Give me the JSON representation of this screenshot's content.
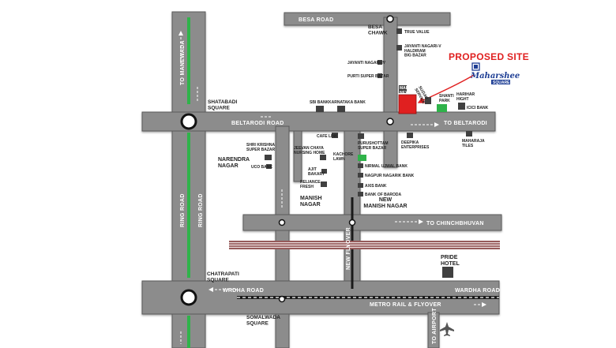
{
  "roads": {
    "besa_road": "BESA ROAD",
    "to_manewada": "TO MANEWADA",
    "beltarodi_road": "BELTARODI ROAD",
    "to_beltarodi": "TO BELTARODI",
    "ring_road_1": "RING ROAD",
    "ring_road_2": "RING ROAD",
    "to_chinchbhuvan": "TO CHINCHBHUVAN",
    "new_flyover": "NEW FLYOVER",
    "wardha_road_1": "WRDHA ROAD",
    "wardha_road_2": "WARDHA ROAD",
    "metro": "METRO RAIL & FLYOVER",
    "to_airport": "TO AIRPORT"
  },
  "junctions": {
    "besa_chawk": "BESA\nCHAWK",
    "shatabadi": "SHATABADI\nSQUARE",
    "chatrapati": "CHATRAPATI\nSQUARE",
    "somalwada": "SOMALWADA\nSQUARE"
  },
  "areas": {
    "narendra": "NARENDRA\nNAGAR",
    "manish": "MANISH\nNAGAR",
    "new_manish": "NEW\nMANISH NAGAR"
  },
  "landmarks": {
    "true_value": "TRUE VALUE",
    "jayanti_v": "JAYANTI NAGARI-V\nHALDIRAM\nBIG BAZAR",
    "jayanti_iv": "JAYANTI NAGARI-IV",
    "purti": "PURTI SUPER BAZAR",
    "maruti": "MARUTI\nNEXA",
    "suzuki": "SUZUKI\nSERVICE",
    "shanti": "SHANTI\nPARK",
    "harihar": "HARIHAR\nHIGHT",
    "icici": "ICICI BANK",
    "sbi": "SBI BANK",
    "karnataka": "KARNATAKA BANK",
    "cafe": "CAFE LINK",
    "shri_krishna": "SHRI KRISHNA\nSUPER BAZAR",
    "jeevan": "JEEVAN CHAYA\nNURSING HOME",
    "uco": "UCO BANK",
    "kachore": "KACHORE\nLAWN",
    "ajit": "AJIT\nBAKARY",
    "reliance": "RELIANCE\nFRESH",
    "purushottam": "PURUSHOTTAM\nSUPER BAZAR",
    "deepika": "DEEPIKA\nENTERPRISES",
    "maharaja": "MAHARAJA\nTILES",
    "nirmal": "NIRMAL UJWAL BANK",
    "nagpur": "NAGPUR NAGARIK BANK",
    "axis": "AXIS BANK",
    "bob": "BANK OF BARODA",
    "pride": "PRIDE\nHOTEL"
  },
  "proposed_site": {
    "label": "PROPOSED SITE",
    "brand": "Maharshee",
    "brand_sub": "SQUARE"
  },
  "colors": {
    "road": "#8c8c8c",
    "road_edge": "#5a5a5a",
    "median": "#2fb34a",
    "site": "#e02020",
    "rail": "#7a2e2e",
    "building": "#404040",
    "brand": "#1f3f95"
  }
}
